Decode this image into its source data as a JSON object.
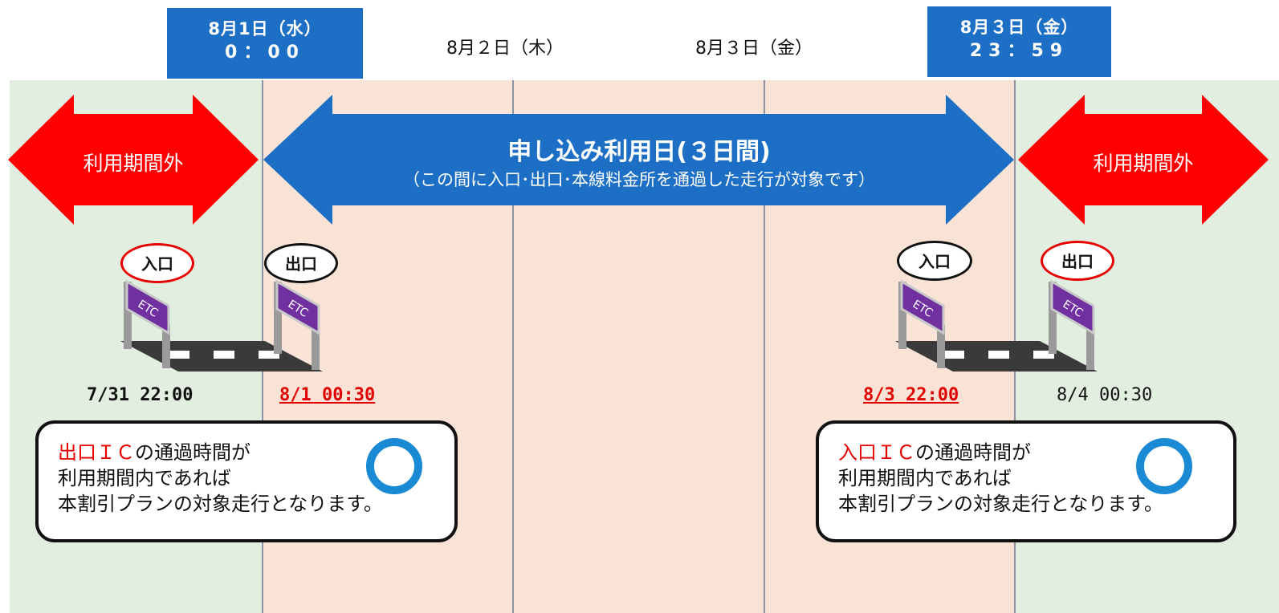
{
  "header": {
    "start_tag": {
      "date": "8月1日（水）",
      "time": "0：00"
    },
    "day2": "8月２日（木）",
    "day3": "8月３日（金）",
    "end_tag": {
      "date": "8月３日（金）",
      "time": "23：59"
    }
  },
  "arrows": {
    "outside_left": "利用期間外",
    "outside_right": "利用期間外",
    "main_title": "申し込み利用日(３日間)",
    "main_sub": "（この間に入口･出口･本線料金所を通過した走行が対象です）"
  },
  "gates": [
    {
      "label": "入口",
      "sign": "ETC"
    },
    {
      "label": "出口",
      "sign": "ETC"
    },
    {
      "label": "入口",
      "sign": "ETC"
    },
    {
      "label": "出口",
      "sign": "ETC"
    }
  ],
  "times": [
    "7/31 22:00",
    "8/1 00:30",
    "8/3 22:00",
    "8/4 00:30"
  ],
  "cards": [
    {
      "red": "出口ＩＣ",
      "line1": "の通過時間が",
      "line2": "利用期間内であれば",
      "line3": "本割引プランの対象走行となります。"
    },
    {
      "red": "入口ＩＣ",
      "line1": "の通過時間が",
      "line2": "利用期間内であれば",
      "line3": "本割引プランの対象走行となります。"
    }
  ],
  "colors": {
    "outside_bg": "#e2efe0",
    "inside_bg": "#f8e3d6",
    "blue": "#1c6fc4",
    "red_arrow": "#ff0000",
    "ok_circle": "#1a8ad4",
    "gate_purple": "#7030a0"
  }
}
